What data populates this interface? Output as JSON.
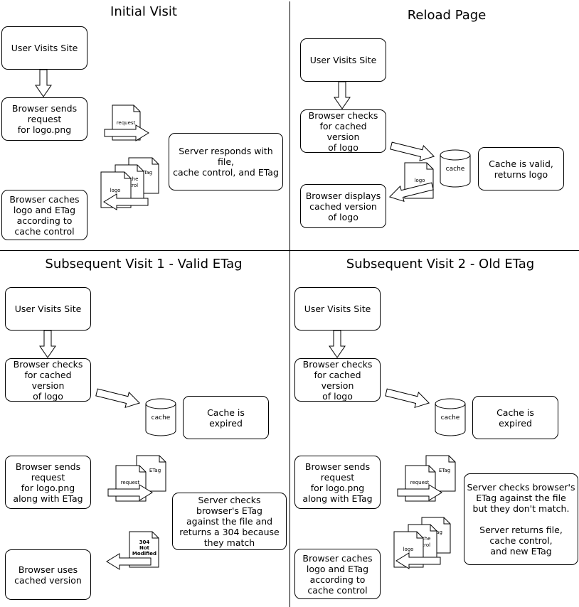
{
  "panels": {
    "initial": {
      "title": "Initial Visit",
      "user_visits": "User Visits Site",
      "browser_sends": "Browser sends\nrequest\nfor logo.png",
      "server_responds": "Server responds with file,\ncache control, and ETag",
      "browser_caches": "Browser caches\nlogo and ETag\naccording to\ncache control",
      "doc_request": "request",
      "doc_etag": "ETag",
      "doc_cache_control": "cache\ncontrol",
      "doc_logo": "logo"
    },
    "reload": {
      "title": "Reload Page",
      "user_visits": "User Visits Site",
      "browser_checks": "Browser checks\nfor cached version\nof logo",
      "cache_valid": "Cache is valid,\nreturns logo",
      "browser_displays": "Browser displays\ncached version\nof logo",
      "cylinder": "cache",
      "doc_logo": "logo"
    },
    "subsequent1": {
      "title": "Subsequent Visit 1 - Valid ETag",
      "user_visits": "User Visits Site",
      "browser_checks": "Browser checks\nfor cached version\nof logo",
      "cache_expired": "Cache is\nexpired",
      "browser_sends": "Browser sends\nrequest\nfor logo.png\nalong with ETag",
      "server_checks": "Server checks\nbrowser's ETag\nagainst the file and\nreturns a 304 because\nthey match",
      "browser_uses": "Browser uses\ncached version",
      "cylinder": "cache",
      "doc_request": "request",
      "doc_etag": "ETag",
      "doc_304": "304\nNot\nModified"
    },
    "subsequent2": {
      "title": "Subsequent Visit 2 - Old ETag",
      "user_visits": "User Visits Site",
      "browser_checks": "Browser checks\nfor cached version\nof logo",
      "cache_expired": "Cache is\nexpired",
      "browser_sends": "Browser sends\nrequest\nfor logo.png\nalong with ETag",
      "server_checks": "Server checks browser's\nETag against the file\nbut they don't match.\n\nServer returns file,\ncache control,\nand new ETag",
      "browser_caches": "Browser caches\nlogo and ETag\naccording to\ncache control",
      "cylinder": "cache",
      "doc_request": "request",
      "doc_etag": "ETag",
      "doc_cache_control": "cache\ncontrol",
      "doc_logo": "logo"
    }
  }
}
